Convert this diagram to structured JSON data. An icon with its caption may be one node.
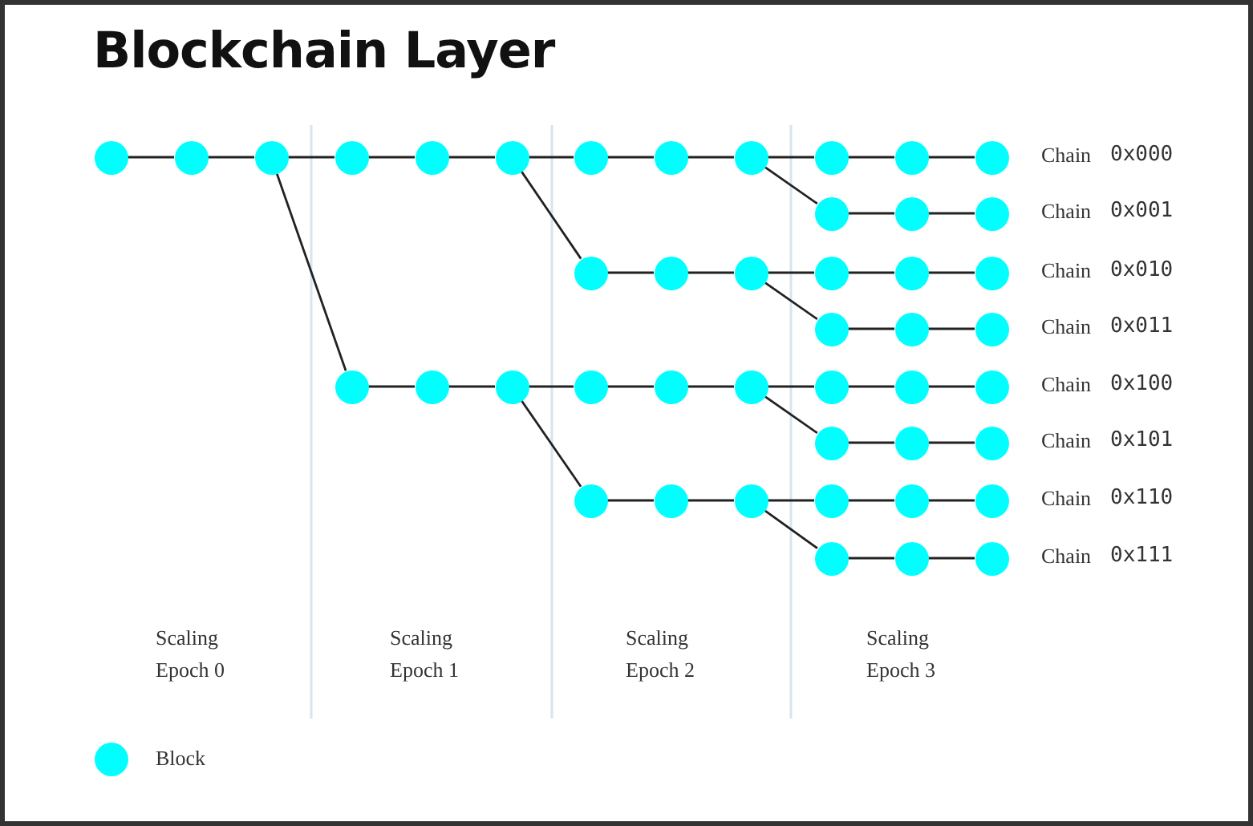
{
  "diagram": {
    "title": "Blockchain Layer",
    "nodes": [
      {
        "text": [],
        "shape": "circle"
      },
      {
        "text": [],
        "shape": "circle"
      },
      {
        "text": [],
        "shape": "circle"
      },
      {
        "text": [],
        "shape": "circle"
      },
      {
        "text": [],
        "shape": "circle"
      },
      {
        "text": [],
        "shape": "circle"
      },
      {
        "text": [],
        "shape": "circle"
      },
      {
        "text": [],
        "shape": "circle"
      },
      {
        "text": [],
        "shape": "circle"
      },
      {
        "text": [],
        "shape": "circle"
      },
      {
        "text": [],
        "shape": "circle"
      },
      {
        "text": [],
        "shape": "circle",
        "beside": [
          "Chain",
          "0x000"
        ]
      },
      {
        "text": [],
        "shape": "circle"
      },
      {
        "text": [],
        "shape": "circle"
      },
      {
        "text": [],
        "shape": "circle",
        "beside": [
          "Chain",
          "0x001"
        ]
      },
      {
        "text": [],
        "shape": "circle"
      },
      {
        "text": [],
        "shape": "circle"
      },
      {
        "text": [],
        "shape": "circle"
      },
      {
        "text": [],
        "shape": "circle"
      },
      {
        "text": [],
        "shape": "circle"
      },
      {
        "text": [],
        "shape": "circle",
        "beside": [
          "Chain",
          "0x010"
        ]
      },
      {
        "text": [],
        "shape": "circle"
      },
      {
        "text": [],
        "shape": "circle"
      },
      {
        "text": [],
        "shape": "circle",
        "beside": [
          "Chain",
          "0x011"
        ]
      },
      {
        "text": [],
        "shape": "circle"
      },
      {
        "text": [],
        "shape": "circle"
      },
      {
        "text": [],
        "shape": "circle"
      },
      {
        "text": [],
        "shape": "circle"
      },
      {
        "text": [],
        "shape": "circle"
      },
      {
        "text": [],
        "shape": "circle"
      },
      {
        "text": [],
        "shape": "circle"
      },
      {
        "text": [],
        "shape": "circle"
      },
      {
        "text": [],
        "shape": "circle",
        "beside": [
          "Chain",
          "0x100"
        ]
      },
      {
        "text": [],
        "shape": "circle"
      },
      {
        "text": [],
        "shape": "circle"
      },
      {
        "text": [],
        "shape": "circle",
        "beside": [
          "Chain",
          "0x101"
        ]
      },
      {
        "text": [],
        "shape": "circle"
      },
      {
        "text": [],
        "shape": "circle"
      },
      {
        "text": [],
        "shape": "circle"
      },
      {
        "text": [],
        "shape": "circle"
      },
      {
        "text": [],
        "shape": "circle"
      },
      {
        "text": [],
        "shape": "circle",
        "beside": [
          "Chain",
          "0x110"
        ]
      },
      {
        "text": [],
        "shape": "circle"
      },
      {
        "text": [],
        "shape": "circle"
      },
      {
        "text": [],
        "shape": "circle",
        "beside": [
          "Chain",
          "0x111"
        ]
      }
    ],
    "edges": [
      {
        "from": 0,
        "to": 1,
        "arrow": "none"
      },
      {
        "from": 1,
        "to": 2,
        "arrow": "none"
      },
      {
        "from": 2,
        "to": 3,
        "arrow": "none"
      },
      {
        "from": 3,
        "to": 4,
        "arrow": "none"
      },
      {
        "from": 4,
        "to": 5,
        "arrow": "none"
      },
      {
        "from": 5,
        "to": 6,
        "arrow": "none"
      },
      {
        "from": 6,
        "to": 7,
        "arrow": "none"
      },
      {
        "from": 7,
        "to": 8,
        "arrow": "none"
      },
      {
        "from": 8,
        "to": 9,
        "arrow": "none"
      },
      {
        "from": 9,
        "to": 10,
        "arrow": "none"
      },
      {
        "from": 10,
        "to": 11,
        "arrow": "none"
      },
      {
        "from": 8,
        "to": 12,
        "arrow": "none"
      },
      {
        "from": 12,
        "to": 13,
        "arrow": "none"
      },
      {
        "from": 13,
        "to": 14,
        "arrow": "none"
      },
      {
        "from": 5,
        "to": 15,
        "arrow": "none"
      },
      {
        "from": 15,
        "to": 16,
        "arrow": "none"
      },
      {
        "from": 16,
        "to": 17,
        "arrow": "none"
      },
      {
        "from": 17,
        "to": 18,
        "arrow": "none"
      },
      {
        "from": 18,
        "to": 19,
        "arrow": "none"
      },
      {
        "from": 19,
        "to": 20,
        "arrow": "none"
      },
      {
        "from": 17,
        "to": 21,
        "arrow": "none"
      },
      {
        "from": 21,
        "to": 22,
        "arrow": "none"
      },
      {
        "from": 22,
        "to": 23,
        "arrow": "none"
      },
      {
        "from": 2,
        "to": 24,
        "arrow": "none"
      },
      {
        "from": 24,
        "to": 25,
        "arrow": "none"
      },
      {
        "from": 25,
        "to": 26,
        "arrow": "none"
      },
      {
        "from": 26,
        "to": 27,
        "arrow": "none"
      },
      {
        "from": 27,
        "to": 28,
        "arrow": "none"
      },
      {
        "from": 28,
        "to": 29,
        "arrow": "none"
      },
      {
        "from": 29,
        "to": 30,
        "arrow": "none"
      },
      {
        "from": 30,
        "to": 31,
        "arrow": "none"
      },
      {
        "from": 31,
        "to": 32,
        "arrow": "none"
      },
      {
        "from": 29,
        "to": 33,
        "arrow": "none"
      },
      {
        "from": 33,
        "to": 34,
        "arrow": "none"
      },
      {
        "from": 34,
        "to": 35,
        "arrow": "none"
      },
      {
        "from": 26,
        "to": 36,
        "arrow": "none"
      },
      {
        "from": 36,
        "to": 37,
        "arrow": "none"
      },
      {
        "from": 37,
        "to": 38,
        "arrow": "none"
      },
      {
        "from": 38,
        "to": 39,
        "arrow": "none"
      },
      {
        "from": 39,
        "to": 40,
        "arrow": "none"
      },
      {
        "from": 40,
        "to": 41,
        "arrow": "none"
      },
      {
        "from": 38,
        "to": 42,
        "arrow": "none"
      },
      {
        "from": 42,
        "to": 43,
        "arrow": "none"
      },
      {
        "from": 43,
        "to": 44,
        "arrow": "none"
      }
    ],
    "labels": [
      "Scaling Epoch 0",
      "Scaling Epoch 1",
      "Scaling Epoch 2",
      "Scaling Epoch 3"
    ],
    "legend": [
      {
        "text": "Block",
        "color": "#00ffff"
      }
    ]
  }
}
